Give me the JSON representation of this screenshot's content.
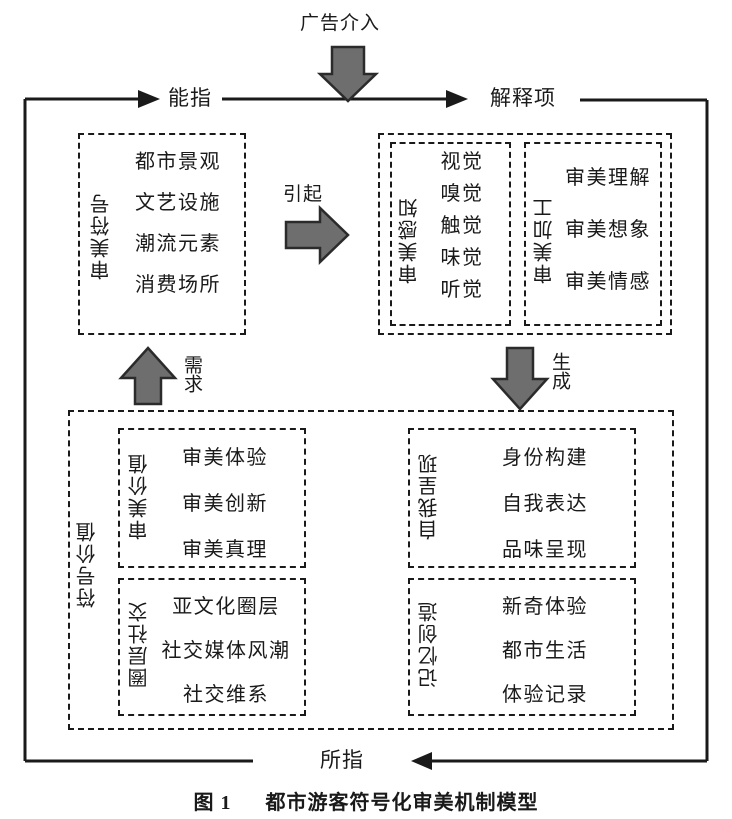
{
  "figure": {
    "caption_prefix": "图 1",
    "caption_title": "都市游客符号化审美机制模型"
  },
  "nodes": {
    "signifier": "能指",
    "interpretant": "解释项",
    "signified": "所指"
  },
  "connectors": {
    "ad_intervention": "广告介入",
    "causes": "引起",
    "generates": "生成",
    "demand": "需求"
  },
  "groups": {
    "aesthetic_symbol": {
      "label": "审美符号",
      "items": [
        "都市景观",
        "文艺设施",
        "潮流元素",
        "消费场所"
      ]
    },
    "aesthetic_perception": {
      "label": "审美感知",
      "items": [
        "视觉",
        "嗅觉",
        "触觉",
        "味觉",
        "听觉"
      ]
    },
    "aesthetic_processing": {
      "label": "审美加工",
      "items": [
        "审美理解",
        "审美想象",
        "审美情感"
      ]
    },
    "symbol_value": {
      "label": "符号价值"
    },
    "aesthetic_value": {
      "label": "审美价值",
      "items": [
        "审美体验",
        "审美创新",
        "审美真理"
      ]
    },
    "circle_social": {
      "label": "圈层社交",
      "items": [
        "亚文化圈层",
        "社交媒体风潮",
        "社交维系"
      ]
    },
    "self_presentation": {
      "label": "自我呈现",
      "items": [
        "身份构建",
        "自我表达",
        "品味呈现"
      ]
    },
    "memory_creation": {
      "label": "记忆创造",
      "items": [
        "新奇体验",
        "都市生活",
        "体验记录"
      ]
    }
  },
  "colors": {
    "line": "#1a1a1a",
    "arrow_fill": "#6e6e6e",
    "arrow_stroke": "#2b2b2b",
    "background": "#ffffff"
  }
}
